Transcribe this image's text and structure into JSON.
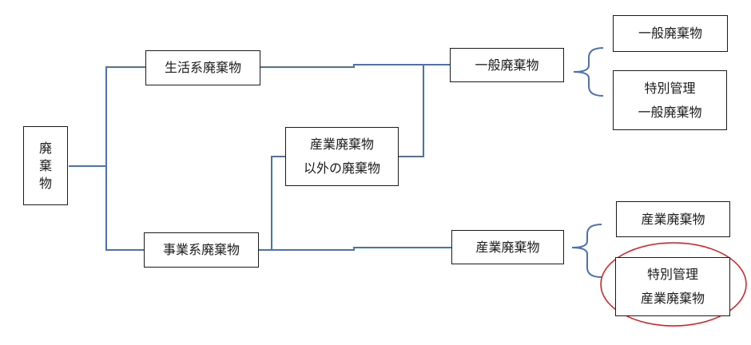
{
  "nodes": {
    "waste": {
      "lines": [
        "廃",
        "棄",
        "物"
      ]
    },
    "household_waste": {
      "lines": [
        "生活系廃棄物"
      ]
    },
    "business_waste": {
      "lines": [
        "事業系廃棄物"
      ]
    },
    "non_industrial_waste": {
      "lines": [
        "産業廃棄物",
        "以外の廃棄物"
      ]
    },
    "general_waste": {
      "lines": [
        "一般廃棄物"
      ]
    },
    "industrial_waste": {
      "lines": [
        "産業廃棄物"
      ]
    },
    "general_waste_leaf": {
      "lines": [
        "一般廃棄物"
      ]
    },
    "special_general_waste": {
      "lines": [
        "特別管理",
        "一般廃棄物"
      ]
    },
    "industrial_waste_leaf": {
      "lines": [
        "産業廃棄物"
      ]
    },
    "special_industrial_waste": {
      "lines": [
        "特別管理",
        "産業廃棄物"
      ]
    }
  },
  "colors": {
    "connector": "#4a72b0",
    "box_border": "#1a1a1a",
    "highlight": "#e0191b"
  }
}
